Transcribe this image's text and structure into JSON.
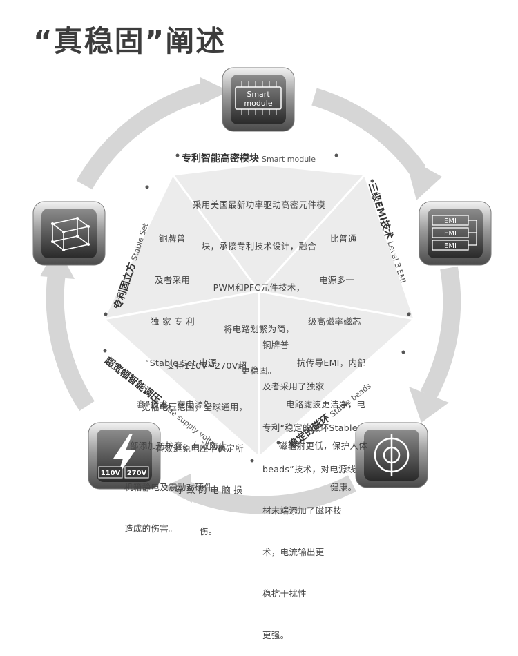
{
  "title": "“真稳固”阐述",
  "modules": {
    "top": {
      "zh": "专利智能高密模块",
      "en": "Smart module",
      "icon_name": "smart-module-icon",
      "icon_text_1": "Smart",
      "icon_text_2": "module"
    },
    "right": {
      "zh": "三级EMI技术",
      "en": "Level 3 EMI",
      "icon_name": "emi-icon",
      "icon_text": "EMI"
    },
    "bottom_right": {
      "zh": "稳定的磁环",
      "en": "Stable beads",
      "icon_name": "magnetic-ring-icon"
    },
    "bottom_left": {
      "zh": "超宽幅智能调压",
      "en": "Wide supply voltage",
      "icon_name": "voltage-icon",
      "icon_text_1": "110V",
      "icon_text_2": "270V"
    },
    "left": {
      "zh": "专利固立方",
      "en": "Stable Set",
      "icon_name": "cube-icon"
    }
  },
  "segments": {
    "top": [
      "采用美国最新功率驱动高密元件模",
      "块，承接专利技术设计，融合",
      "PWM和PFC元件技术，",
      "将电路划繁为简，",
      "更稳固。"
    ],
    "right": [
      "比普通",
      "电源多一",
      "级高磁率磁芯",
      "抗传导EMI，内部",
      "电路滤波更洁净，电",
      "磁辐射更低，保护人体",
      "健康。"
    ],
    "bottom_right": [
      "铜牌普",
      "及者采用了独家",
      "专利“稳定的磁环Stable",
      "beads”技术，对电源线",
      "材末端添加了磁环技",
      "术，电流输出更",
      "稳抗干扰性",
      "更强。"
    ],
    "bottom_left": [
      "支持110V~270V超",
      "宽幅电压范围，全球通用，",
      "有效避免电压不稳定所",
      "导 致 的 电 脑 损",
      "伤。"
    ],
    "left": [
      "铜牌普",
      "及者采用",
      "独 家 专 利",
      "“Stable Set 电源",
      "套”技术，在电源外",
      "部添加防护套，有效防止",
      "机箱静电及震动对硬件",
      "造成的伤害。"
    ]
  }
}
